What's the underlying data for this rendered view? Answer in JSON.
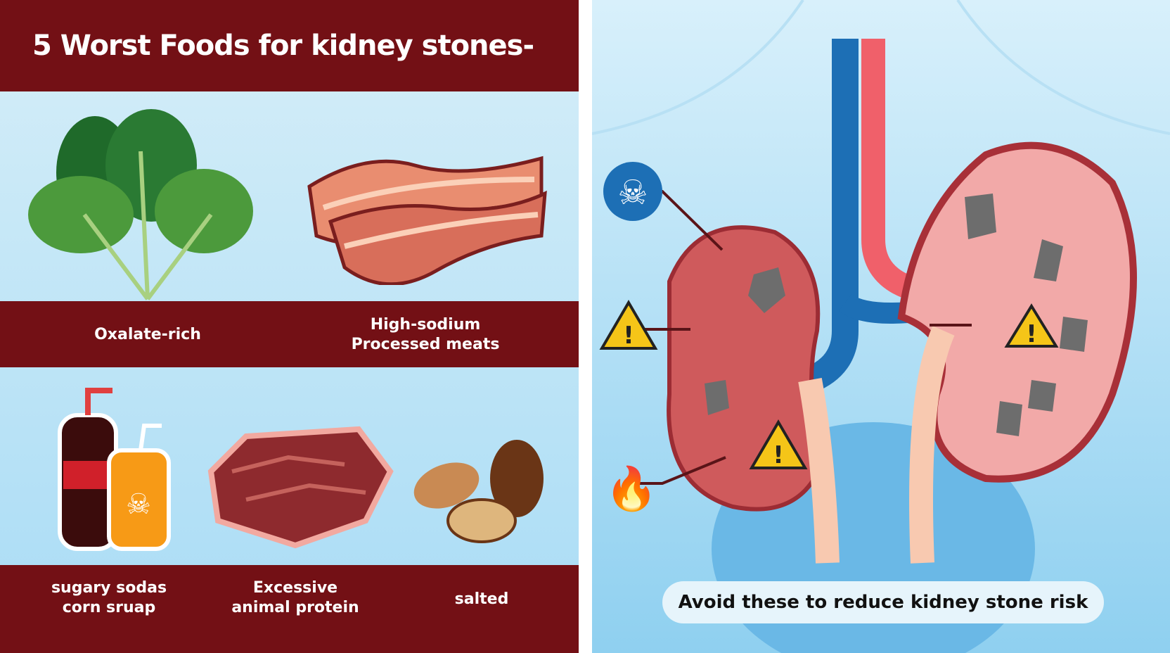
{
  "title": "5 Worst Foods for kidney stones-",
  "foods": [
    {
      "label": "Oxalate-rich",
      "icon": "spinach-icon"
    },
    {
      "label": "High-sodium\nProcessed meats",
      "icon": "bacon-icon"
    },
    {
      "label": "sugary sodas\ncorn sruap",
      "icon": "soda-icon"
    },
    {
      "label": "Excessive\nanimal protein",
      "icon": "steak-icon"
    },
    {
      "label": "salted",
      "icon": "nuts-icon"
    }
  ],
  "diagram": {
    "caption": "Avoid these to reduce kidney stone risk",
    "markers": [
      "skull-icon",
      "warning-icon",
      "fire-icon"
    ]
  },
  "colors": {
    "band": "#731015",
    "sky": "#a9dcf5",
    "artery": "#f0606a",
    "vein": "#1d6fb5",
    "warning": "#f5c518"
  }
}
